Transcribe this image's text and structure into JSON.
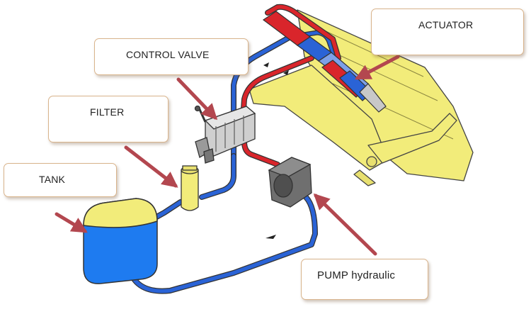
{
  "labels": {
    "actuator": "ACTUATOR",
    "control_valve": "CONTROL VALVE",
    "filter": "FILTER",
    "tank": "TANK",
    "pump": "PUMP hydraulic"
  },
  "colors": {
    "pressure_line": "#d9252b",
    "return_line": "#2a63d6",
    "tank_fill": "#1e7bf0",
    "frame": "#f2ec7a",
    "pointer_arrow": "#b3474f",
    "callout_border": "#d9b48c"
  }
}
